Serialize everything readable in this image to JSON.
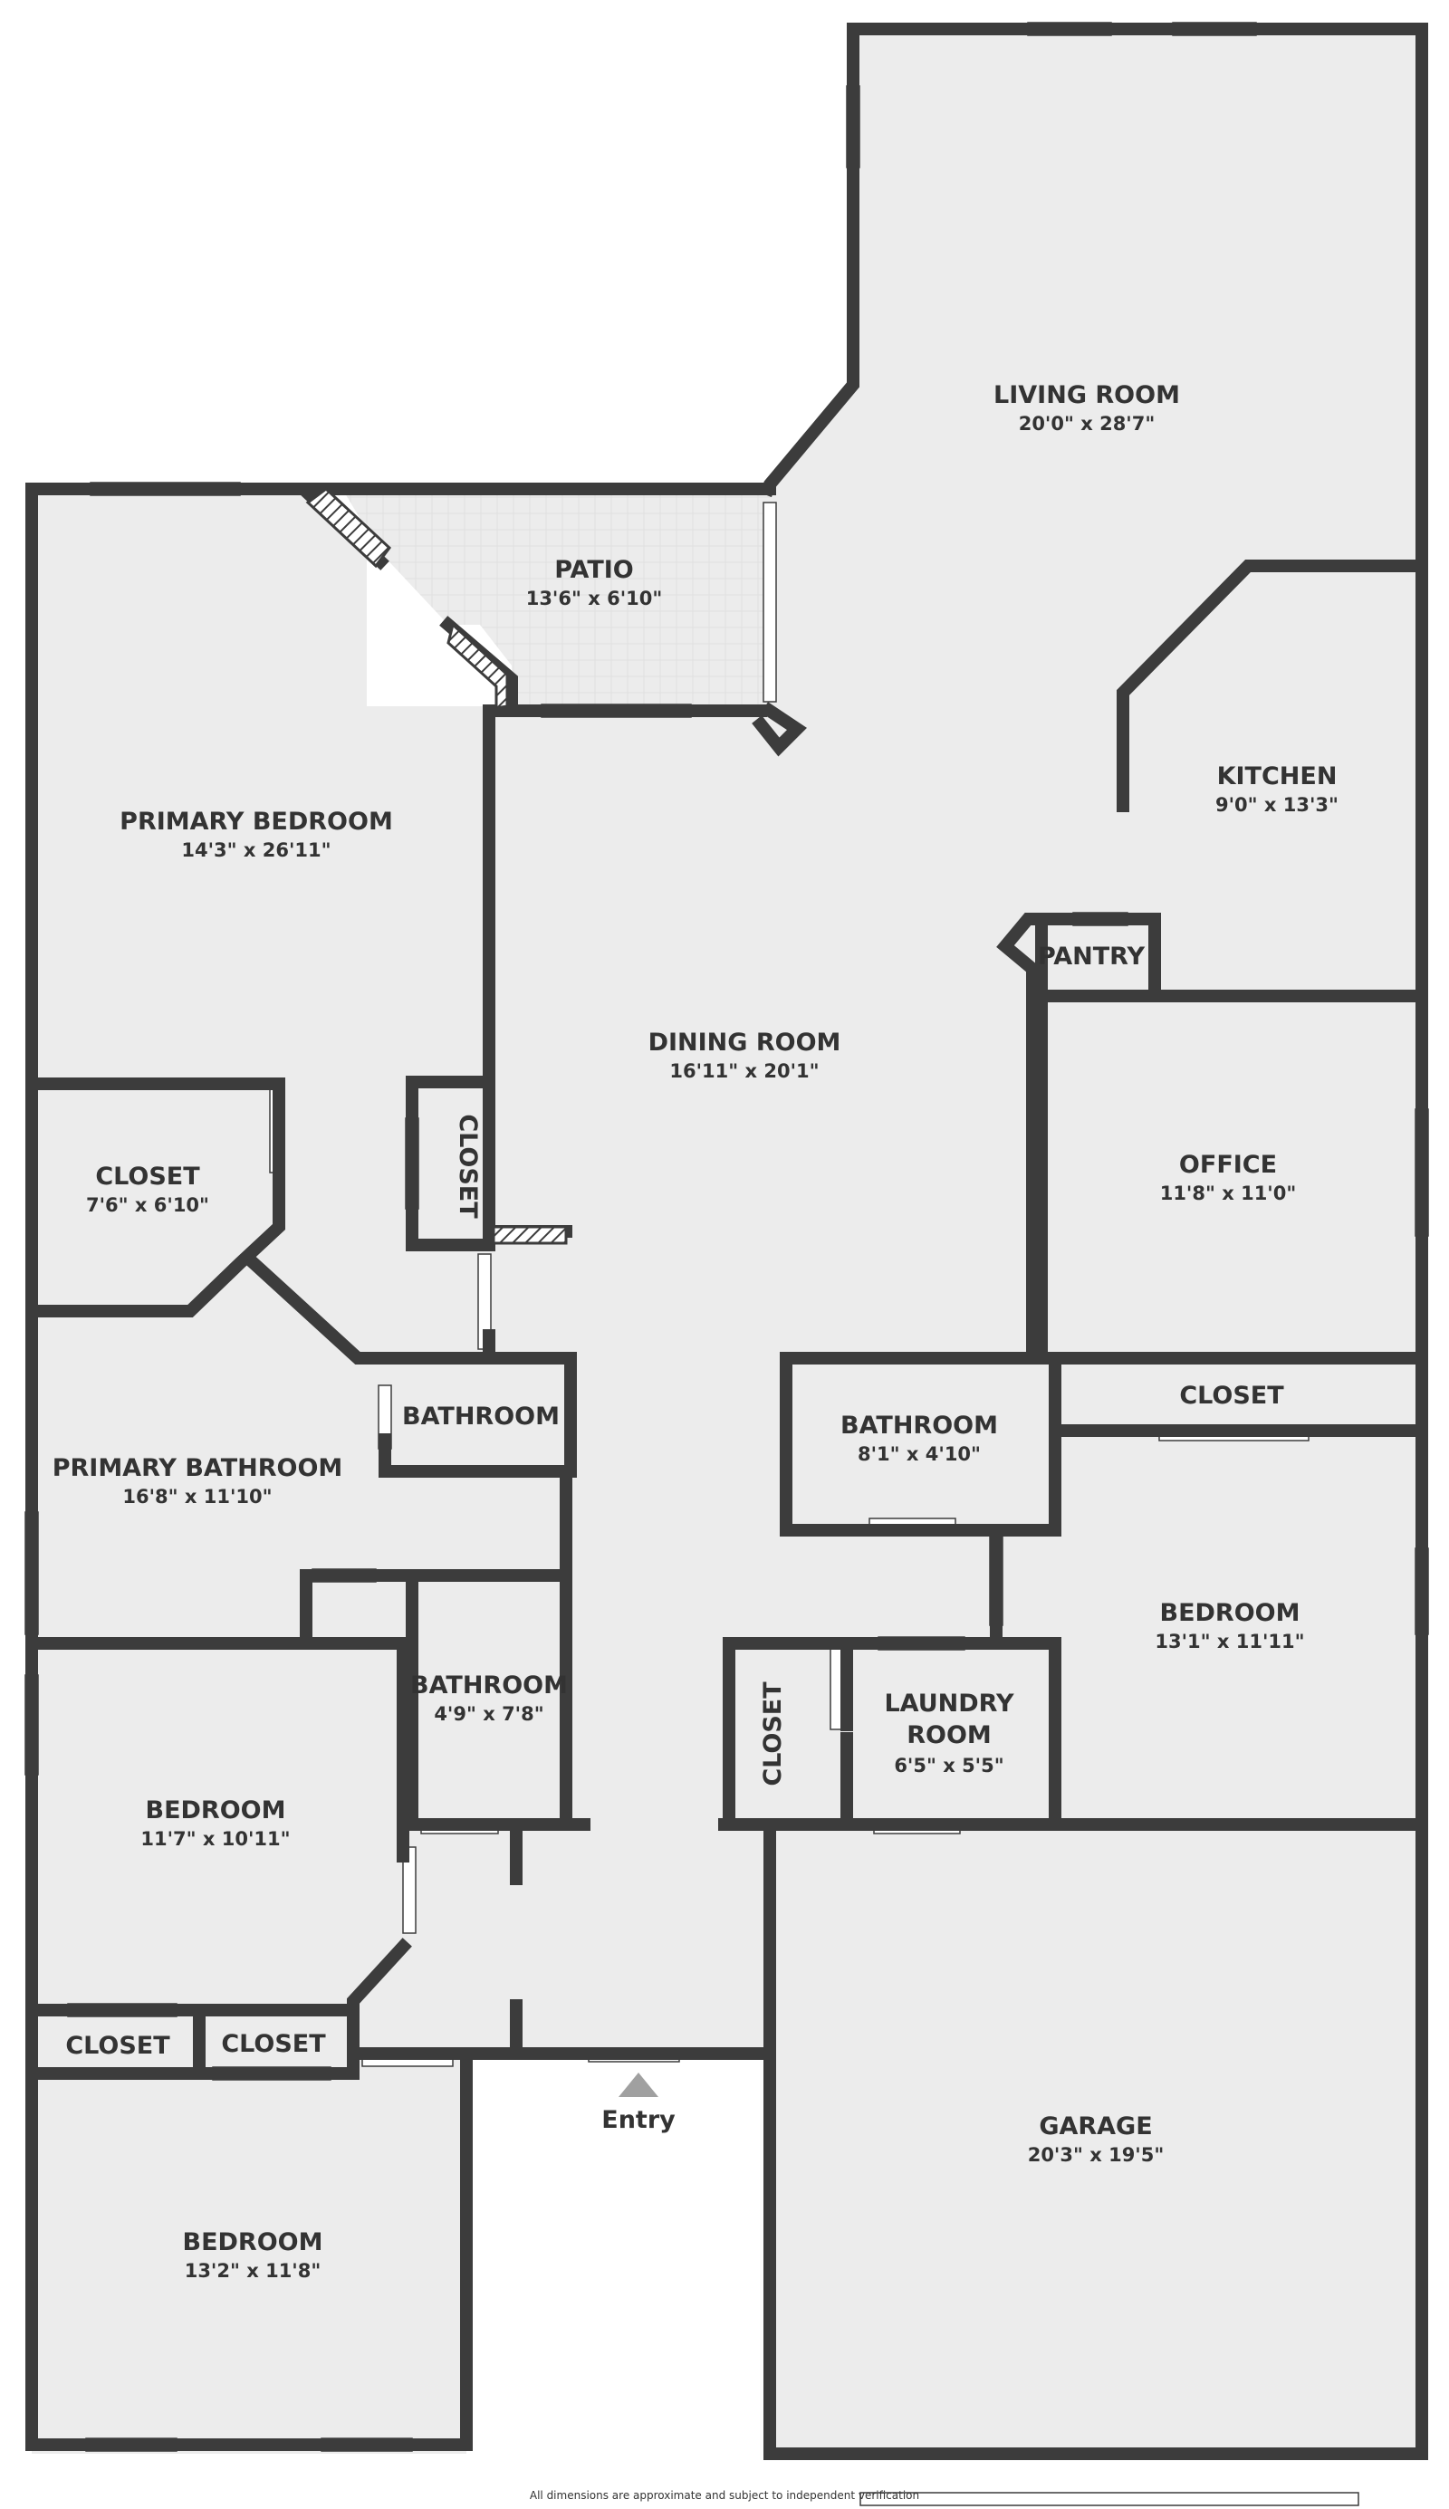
{
  "rooms": {
    "living": {
      "name": "LIVING ROOM",
      "dims": "20'0\" x 28'7\""
    },
    "patio": {
      "name": "PATIO",
      "dims": "13'6\" x 6'10\""
    },
    "kitchen": {
      "name": "KITCHEN",
      "dims": "9'0\" x 13'3\""
    },
    "pantry": {
      "name": "PANTRY"
    },
    "primary_bedroom": {
      "name": "PRIMARY BEDROOM",
      "dims": "14'3\" x 26'11\""
    },
    "dining": {
      "name": "DINING ROOM",
      "dims": "16'11\" x 20'1\""
    },
    "office": {
      "name": "OFFICE",
      "dims": "11'8\" x 11'0\""
    },
    "closet_primary": {
      "name": "CLOSET",
      "dims": "7'6\" x 6'10\""
    },
    "closet_vertical_left": {
      "name": "CLOSET"
    },
    "bathroom_small": {
      "name": "BATHROOM"
    },
    "primary_bathroom": {
      "name": "PRIMARY BATHROOM",
      "dims": "16'8\" x 11'10\""
    },
    "bathroom_center": {
      "name": "BATHROOM",
      "dims": "8'1\" x 4'10\""
    },
    "closet_right": {
      "name": "CLOSET"
    },
    "bedroom_right": {
      "name": "BEDROOM",
      "dims": "13'1\" x 11'11\""
    },
    "bathroom_hall": {
      "name": "BATHROOM",
      "dims": "4'9\" x 7'8\""
    },
    "closet_laundry": {
      "name": "CLOSET"
    },
    "laundry": {
      "name": "LAUNDRY",
      "name2": "ROOM",
      "dims": "6'5\" x 5'5\""
    },
    "bedroom_left": {
      "name": "BEDROOM",
      "dims": "11'7\" x 10'11\""
    },
    "closet_a": {
      "name": "CLOSET"
    },
    "closet_b": {
      "name": "CLOSET"
    },
    "bedroom_bottom": {
      "name": "BEDROOM",
      "dims": "13'2\" x 11'8\""
    },
    "garage": {
      "name": "GARAGE",
      "dims": "20'3\" x 19'5\""
    }
  },
  "entry": {
    "label": "Entry"
  },
  "footnote": "All dimensions are approximate and subject to independent verification",
  "colors": {
    "wall": "#3c3c3c",
    "floor": "#ececec",
    "text": "#333333",
    "entry_arrow": "#a0a0a0"
  }
}
